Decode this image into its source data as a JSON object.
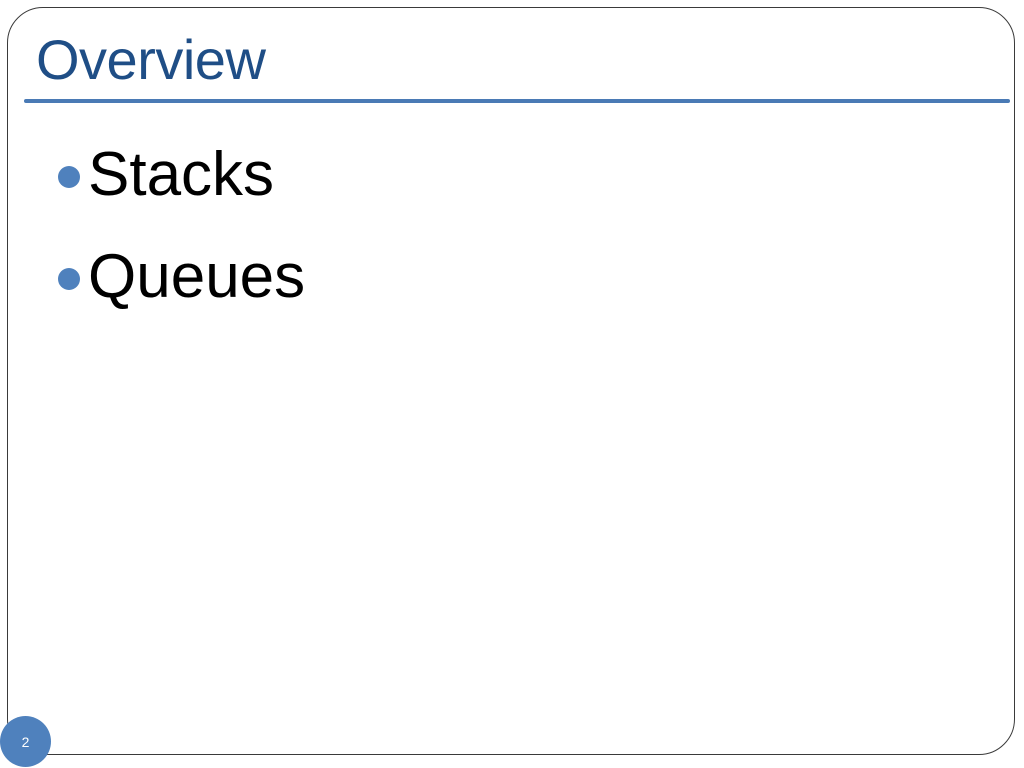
{
  "slide": {
    "title": "Overview",
    "bullets": [
      {
        "label": "Stacks"
      },
      {
        "label": "Queues"
      }
    ],
    "page_number": "2"
  },
  "colors": {
    "title": "#1f4e86",
    "rule": "#4a7ab5",
    "bullet": "#4f81bd",
    "badge": "#4f81bd"
  },
  "icons": {
    "bullet": "bullet-dot-icon"
  }
}
